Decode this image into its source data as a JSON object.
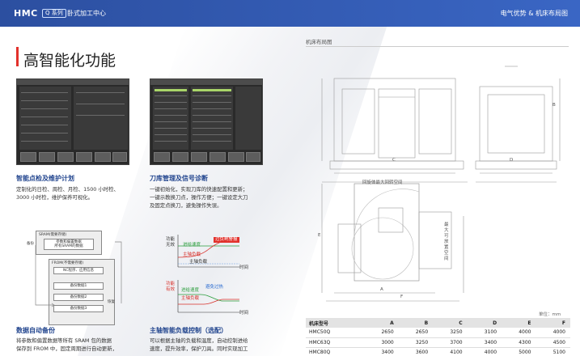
{
  "header": {
    "brand": "HMC",
    "series": "Q 系列",
    "subtitle": "卧式加工中心",
    "right_title": "电气优势 & 机床布局图"
  },
  "section_title": "高智能化功能",
  "cards": [
    {
      "title": "智能点检及维护计划",
      "lines": [
        "定制化的日检、周检、月检、1500 小时检、",
        "3000 小时检，维护保养可视化。"
      ]
    },
    {
      "title": "刀库管理及信号诊断",
      "lines": [
        "一键初始化，实现刀库的快速配置和更新；",
        "一键示教换刀点，操作方便；一键设定大刀",
        "及固定点换刀，避免操作失误。"
      ]
    },
    {
      "title": "数据自动备份",
      "lines": [
        "将参数和偏置数据等所有 SRAM 包的数据",
        "保存到 FROM 中，固定周期进行自动更新，"
      ]
    },
    {
      "title": "主轴智能负载控制（选配）",
      "lines": [
        "可以根据主轴的负载和温度，自动控制进给",
        "速度，提升效率，保护刀具。同时实现加工"
      ]
    }
  ],
  "flowchart": {
    "sram_label": "SRAM(需要存储)",
    "sram_box": "参数和偏置数据\n所有SRAM的数据",
    "left_label": "备份",
    "from_label": "FROM(不需要存储)",
    "nc_label": "NC程序、应用信息",
    "backups": [
      "备份数据1",
      "备份数据2",
      "备份数据3"
    ],
    "restore_label": "恢复"
  },
  "load_chart": {
    "top": {
      "label1": "功能",
      "label2": "无效",
      "feed": "进给速度",
      "load": "主轴负载",
      "overload": "过负载警报",
      "time": "时间"
    },
    "bottom": {
      "label1": "功能",
      "label2": "有效",
      "feed": "进给速度",
      "load": "主轴负载",
      "avoid": "避免过热",
      "time": "时间"
    }
  },
  "right_panel": {
    "title": "机床布局图",
    "dims": [
      "C",
      "D",
      "E",
      "F",
      "A",
      "B"
    ],
    "layout_labels": [
      "回旋体最大回转空间",
      "最大可放置空间"
    ],
    "unit": "单位：mm"
  },
  "spec_table": {
    "headers": [
      "机床型号",
      "A",
      "B",
      "C",
      "D",
      "E",
      "F"
    ],
    "rows": [
      [
        "HMC50Q",
        "2650",
        "2650",
        "3250",
        "3100",
        "4000",
        "4000"
      ],
      [
        "HMC63Q",
        "3000",
        "3250",
        "3700",
        "3400",
        "4300",
        "4500"
      ],
      [
        "HMC80Q",
        "3400",
        "3600",
        "4100",
        "4000",
        "5000",
        "5100"
      ]
    ]
  },
  "colors": {
    "brand_blue": "#2c4fa0",
    "accent_red": "#e2312b",
    "title_blue": "#23468f",
    "screen_green": "#a8d468"
  }
}
